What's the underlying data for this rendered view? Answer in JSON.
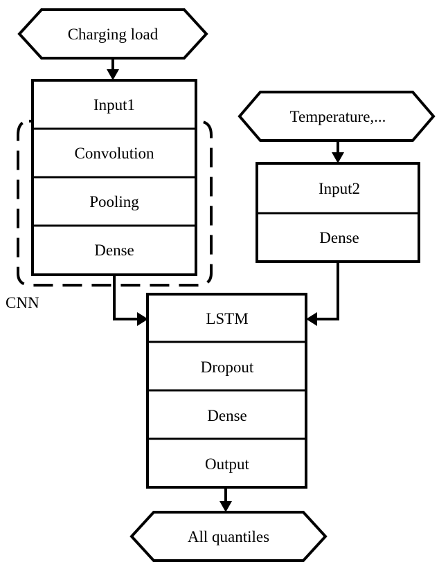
{
  "diagram": {
    "charging_load": "Charging load",
    "temperature": "Temperature,...",
    "all_quantiles": "All quantiles",
    "cnn_label": "CNN",
    "cnn_stack": {
      "input1": "Input1",
      "convolution": "Convolution",
      "pooling": "Pooling",
      "dense": "Dense"
    },
    "weather_stack": {
      "input2": "Input2",
      "dense": "Dense"
    },
    "lstm_stack": {
      "lstm": "LSTM",
      "dropout": "Dropout",
      "dense": "Dense",
      "output": "Output"
    }
  }
}
